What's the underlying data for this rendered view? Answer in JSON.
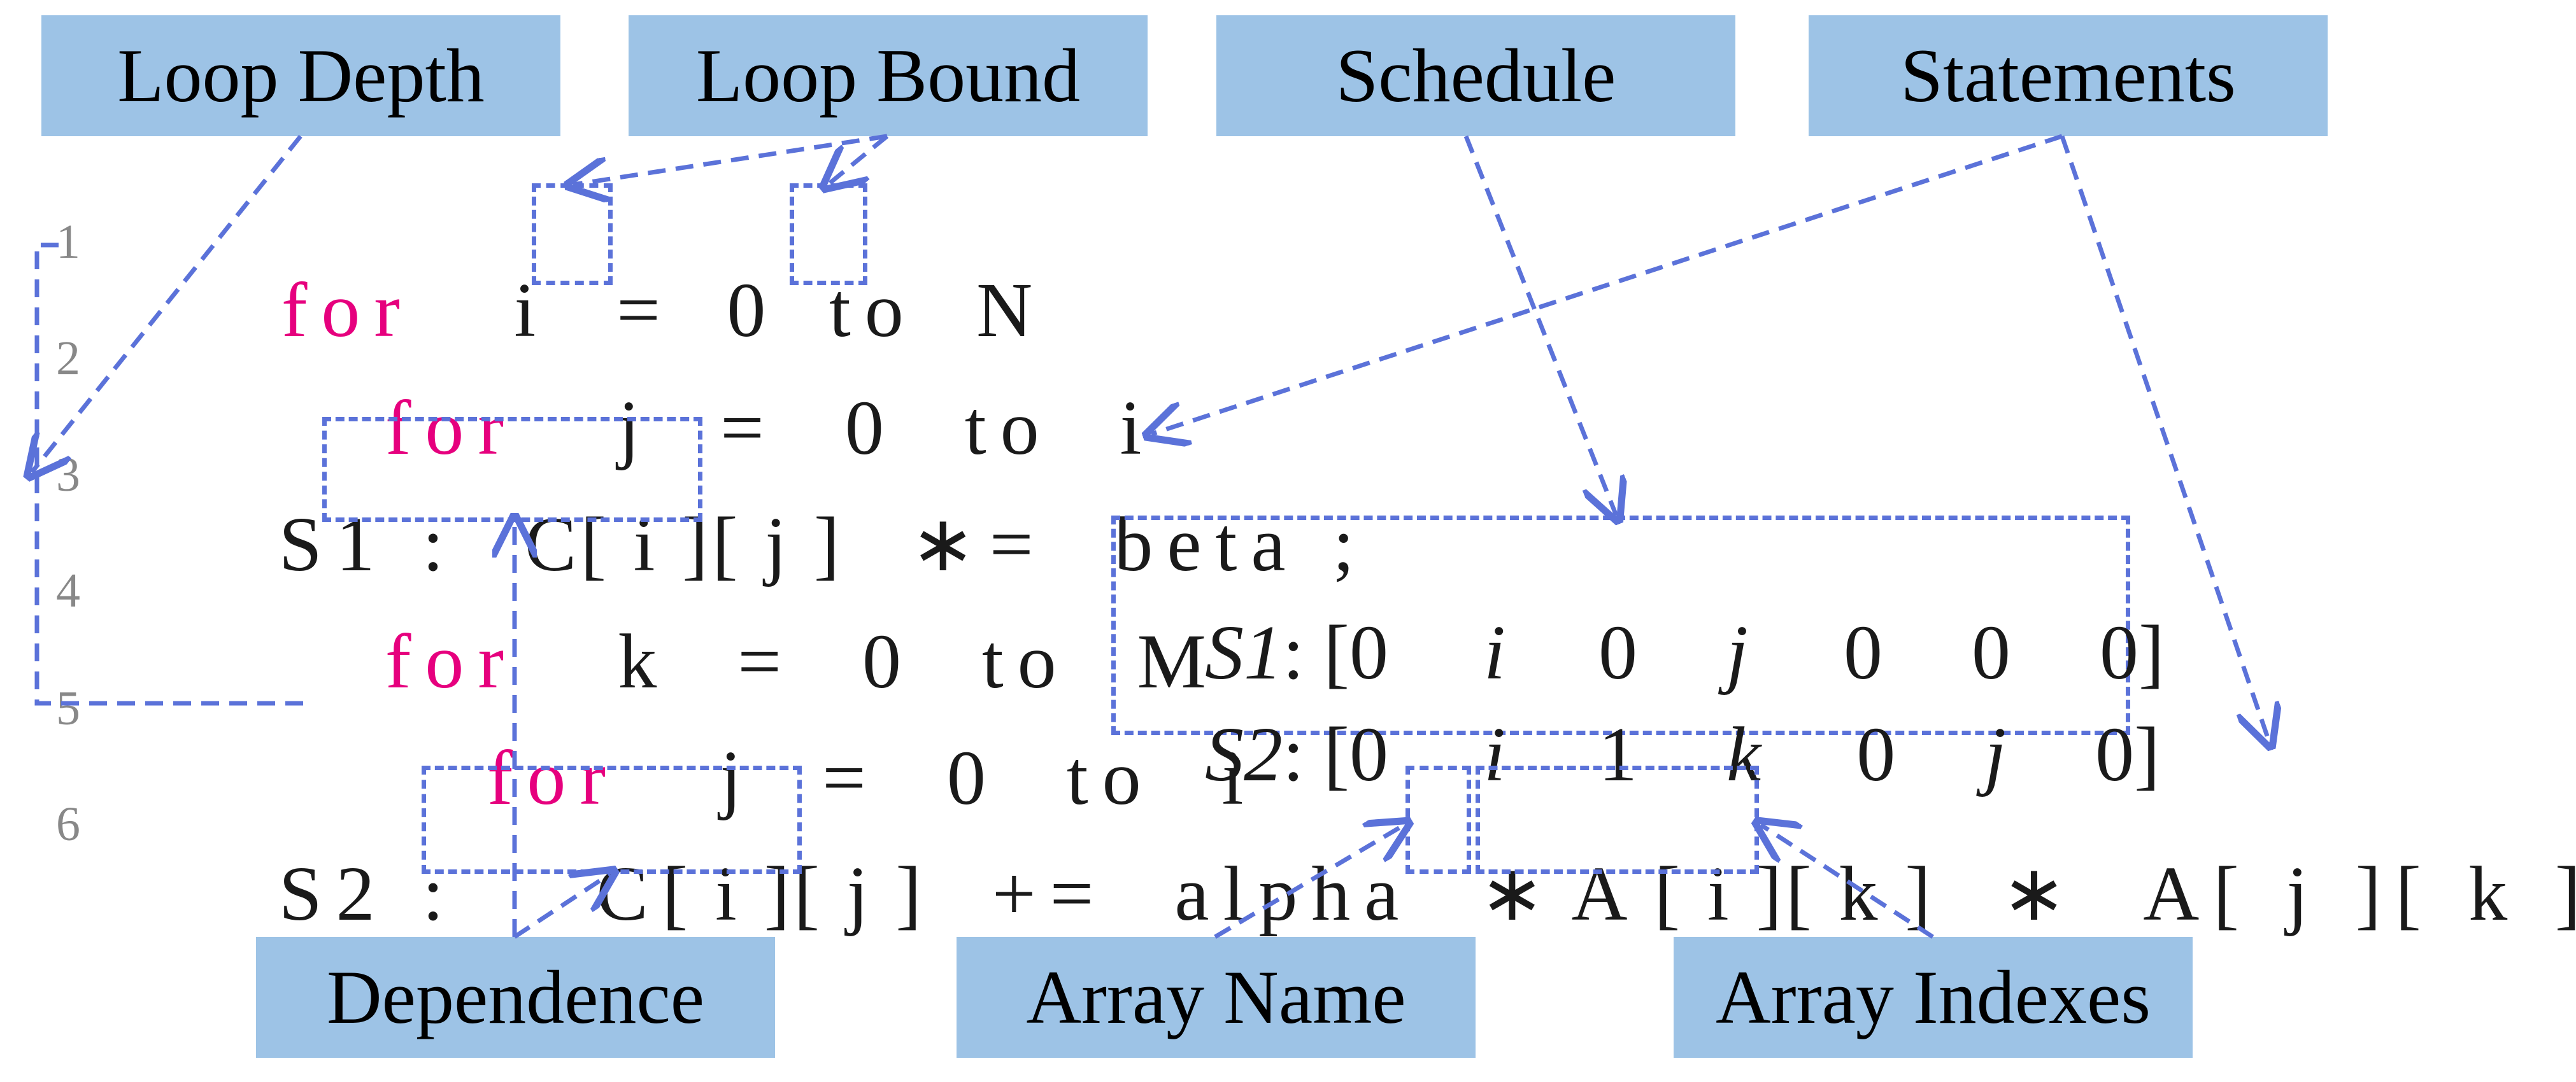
{
  "labels": {
    "loop_depth": "Loop Depth",
    "loop_bound": "Loop Bound",
    "schedule": "Schedule",
    "statements": "Statements",
    "dependence": "Dependence",
    "array_name": "Array Name",
    "array_indexes": "Array Indexes"
  },
  "code": {
    "line_numbers": [
      "1",
      "2",
      "3",
      "4",
      "5",
      "6"
    ],
    "l1": {
      "kw": "for",
      "pre": "i  = ",
      "b0": "0",
      "mid": " to ",
      "bN": "N"
    },
    "l2": {
      "kw": "for",
      "rest": "j  =  0  to  i"
    },
    "l3": {
      "label": "S1 :",
      "ref": "C[ i ][ j ]",
      "rest": "∗=  beta ;"
    },
    "l4": {
      "kw": "for",
      "rest": "k  =  0  to  M"
    },
    "l5": {
      "kw": "for",
      "rest": "j  =  0  to  i"
    },
    "l6": {
      "label": "S2 :",
      "ref_c": "C",
      "ref_idx": "[ i ][ j ]",
      "op": "+=  alpha  ∗",
      "arr": "A",
      "arr_idx": "[ i ][ k ]",
      "tail": "∗  A[ j ][ k ];"
    }
  },
  "schedule": {
    "s1": {
      "name": "S1",
      "open": "[0",
      "cols": [
        "i",
        "0",
        "j",
        "0",
        "0"
      ],
      "close": "0]"
    },
    "s2": {
      "name": "S2",
      "open": "[0",
      "cols": [
        "i",
        "1",
        "k",
        "0",
        "j"
      ],
      "close": "0]"
    }
  },
  "colors": {
    "keyword": "#e6007e",
    "label_bg": "#9dc3e6",
    "arrow": "#5b72d9",
    "text": "#1a1a1a"
  }
}
